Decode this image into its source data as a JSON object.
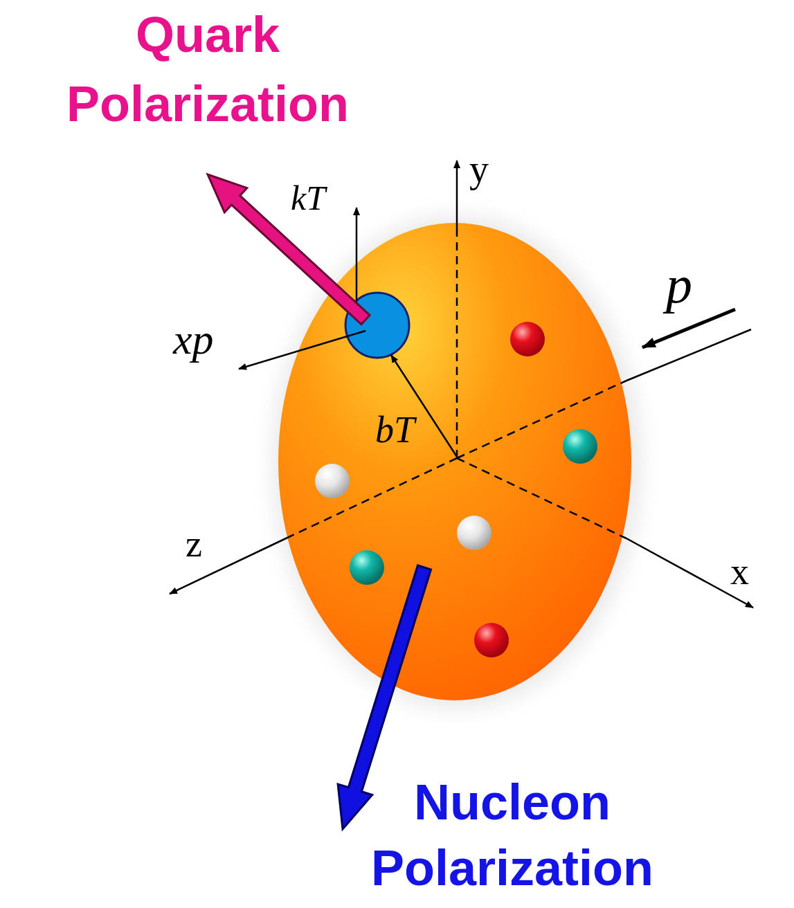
{
  "diagram": {
    "labels": [
      "Quark Polarization",
      "y",
      "kT",
      "xp",
      "p",
      "bT",
      "z",
      "x",
      "Nucleon Polarization"
    ]
  }
}
